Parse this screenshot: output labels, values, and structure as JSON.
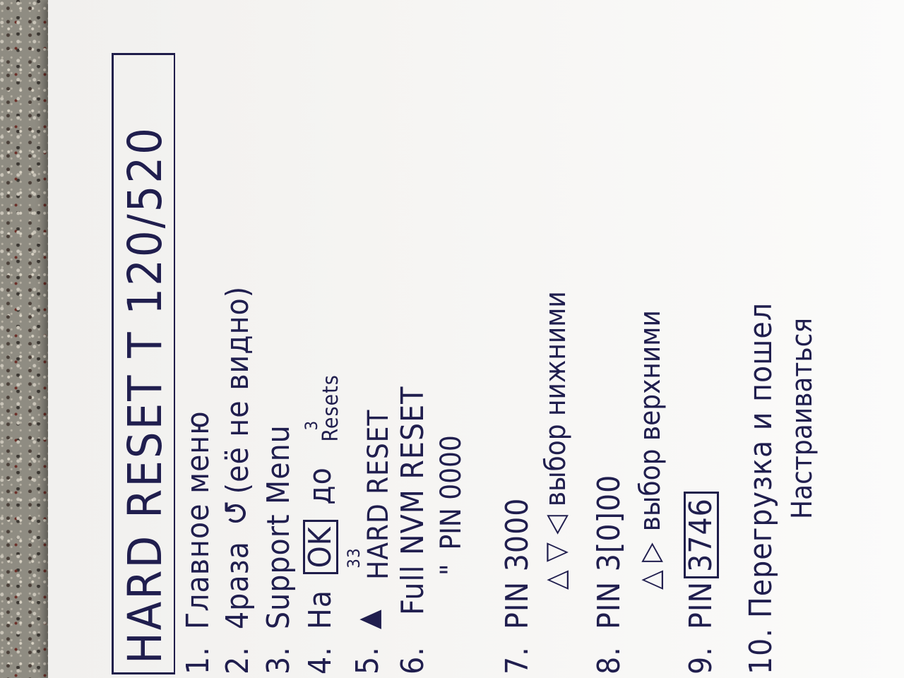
{
  "note": {
    "title": "HARD RESET T 120/520",
    "steps": [
      {
        "num": "1.",
        "text": "Главное меню"
      },
      {
        "num": "2.",
        "text": "4раза",
        "symbol": "↺",
        "extra": "(её не видно)"
      },
      {
        "num": "3.",
        "text": "Support Menu"
      },
      {
        "num": "4.",
        "pre": "На",
        "boxed": "OK",
        "post": "до",
        "sup_count": "3",
        "sup_word": "Resets"
      },
      {
        "num": "5.",
        "symbol": "▲",
        "sup_count": "33",
        "text": "HARD RESET"
      },
      {
        "num": "6.",
        "text": "Full NVM RESET"
      },
      {
        "marks": "\"",
        "text": "PIN 0000"
      },
      {
        "num": "7.",
        "text": "PIN 3000"
      },
      {
        "symbols": "△ ▽ ◁",
        "text": "выбор нижними"
      },
      {
        "num": "8.",
        "text": "PIN 3[0]00"
      },
      {
        "symbols": "△ ▷",
        "text": "выбор верхними"
      },
      {
        "num": "9.",
        "pre": "PIN",
        "boxed": "3746"
      },
      {
        "num": "10.",
        "text": "Перегрузка и пошел",
        "line2": "Настраиваться"
      }
    ]
  }
}
